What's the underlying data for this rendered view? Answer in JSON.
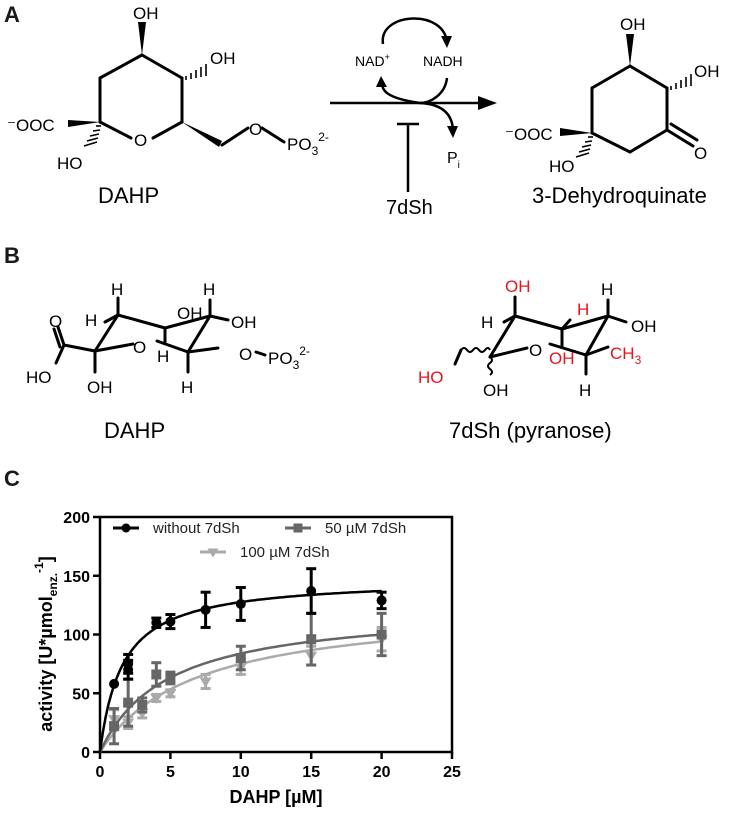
{
  "panels": {
    "A": {
      "label": "A",
      "substrate": {
        "name": "DAHP",
        "groups": {
          "oh_top": "OH",
          "oh_right": "OH",
          "carboxylate": "⁻OOC",
          "ho": "HO",
          "ring_o": "O",
          "bridge_o": "O",
          "phosphate": "PO",
          "phosphate_sub": "3",
          "phosphate_sup": "2-"
        }
      },
      "reaction": {
        "cofactor_in": "NAD",
        "cofactor_in_sup": "+",
        "cofactor_out": "NADH",
        "byproduct": "P",
        "byproduct_sub": "i",
        "inhibitor": "7dSh"
      },
      "product": {
        "name": "3-Dehydroquinate",
        "groups": {
          "oh_top": "OH",
          "oh_right": "OH",
          "carboxylate": "⁻OOC",
          "ho": "HO",
          "keto_o": "O"
        }
      }
    },
    "B": {
      "label": "B",
      "left": {
        "name": "DAHP",
        "groups": {
          "h1": "H",
          "h2": "H",
          "h3": "H",
          "h4": "H",
          "h5": "H",
          "oh1": "OH",
          "oh2": "OH",
          "oh3": "OH",
          "ring_o": "O",
          "carbonyl_o": "O",
          "acid_ho": "HO",
          "bridge_o": "O",
          "phosphate": "PO",
          "phosphate_sub": "3",
          "phosphate_sup": "2-"
        }
      },
      "right": {
        "name": "7dSh (pyranose)",
        "groups": {
          "oh_top": "OH",
          "h_left": "H",
          "h_red": "H",
          "h_topright": "H",
          "oh_right": "OH",
          "ring_o": "O",
          "oh_red": "OH",
          "ch3": "CH",
          "ch3_sub": "3",
          "ho_red": "HO",
          "oh_bottom": "OH",
          "h_bottom": "H"
        }
      },
      "highlight_color": "#e8141e"
    },
    "C": {
      "label": "C"
    }
  },
  "chart_data": {
    "type": "scatter",
    "title": "",
    "xlabel": "DAHP [µM]",
    "ylabel": "activity [U*µmol",
    "ylabel_sub": "enz.",
    "ylabel_sup": "-1",
    "ylabel_end": "]",
    "xlim": [
      0,
      25
    ],
    "ylim": [
      0,
      200
    ],
    "xticks": [
      "0",
      "5",
      "10",
      "15",
      "20",
      "25"
    ],
    "yticks": [
      "0",
      "50",
      "100",
      "150",
      "200"
    ],
    "grid": false,
    "legend_position": "top-inside",
    "series": [
      {
        "name": "without 7dSh",
        "marker": "circle",
        "color": "#000000",
        "x": [
          1,
          2,
          2,
          4,
          5,
          7.5,
          10,
          15,
          20
        ],
        "values": [
          58,
          70,
          75,
          110,
          111,
          121,
          126,
          137,
          129
        ],
        "errors": [
          0,
          8,
          8,
          4,
          6,
          15,
          14,
          19,
          7
        ],
        "fit": {
          "vmax": 148,
          "km": 1.6
        }
      },
      {
        "name": "50 µM 7dSh",
        "marker": "square",
        "color": "#666666",
        "x": [
          1,
          2,
          3,
          4,
          5,
          10,
          15,
          20
        ],
        "values": [
          22,
          42,
          40,
          66,
          63,
          80,
          96,
          100
        ],
        "errors": [
          15,
          20,
          6,
          10,
          5,
          10,
          22,
          18
        ],
        "fit": {
          "vmax": 124,
          "km": 4.8
        }
      },
      {
        "name": "100 µM 7dSh",
        "marker": "triangle-down",
        "color": "#aaaaaa",
        "x": [
          1,
          2,
          3,
          4,
          5,
          7.5,
          10,
          15,
          20
        ],
        "values": [
          28,
          25,
          33,
          46,
          50,
          60,
          72,
          82,
          96
        ],
        "errors": [
          8,
          5,
          4,
          3,
          3,
          6,
          6,
          8,
          10
        ],
        "fit": {
          "vmax": 126,
          "km": 6.8
        }
      }
    ]
  }
}
